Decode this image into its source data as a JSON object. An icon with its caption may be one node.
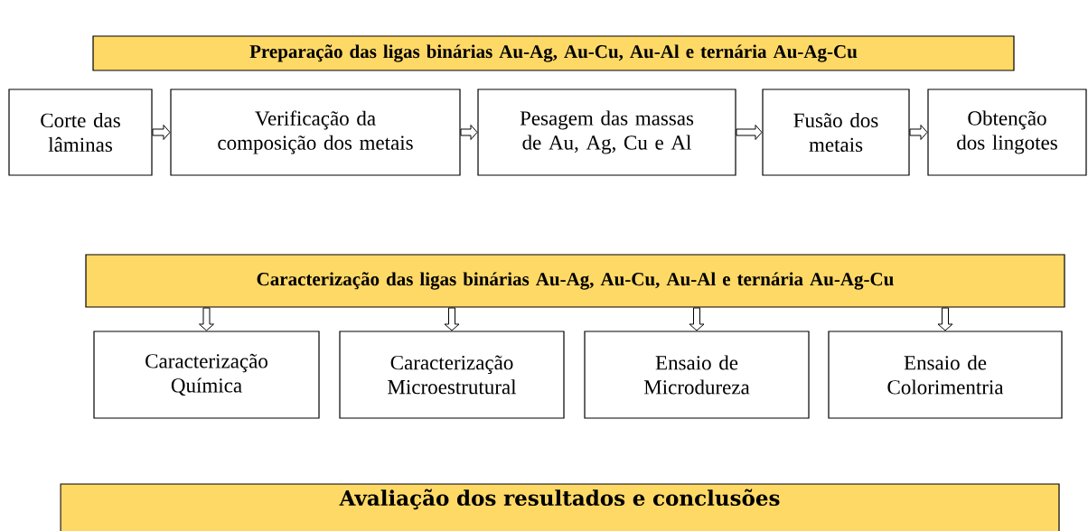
{
  "diagram": {
    "nodes": [
      {
        "text": [
          "Preparação das ligas binárias Au-Ag, Au-Cu, Au-Al e ternária Au-Ag-Cu"
        ]
      },
      {
        "text": [
          "Corte das lâminas"
        ]
      },
      {
        "text": [
          "Verificação da composição dos metais"
        ]
      },
      {
        "text": [
          "Pesagem das massas de Au, Ag, Cu e Al"
        ]
      },
      {
        "text": [
          "Fusão dos metais"
        ]
      },
      {
        "text": [
          "Obtenção dos lingotes"
        ]
      },
      {
        "text": [
          "Caracterização das ligas binárias Au-Ag, Au-Cu, Au-Al e ternária Au-Ag-Cu"
        ]
      },
      {
        "text": [
          "Caracterização Química"
        ]
      },
      {
        "text": [
          "Caracterização Microestrutural"
        ]
      },
      {
        "text": [
          "Ensaio de Microdureza"
        ]
      },
      {
        "text": [
          "Ensaio de Colorimentria"
        ]
      },
      {
        "text": [
          "Avaliação dos resultados  e conclusões"
        ]
      }
    ],
    "edges": [
      {
        "from": 1,
        "to": 2,
        "arrow": "to"
      },
      {
        "from": 2,
        "to": 3,
        "arrow": "to"
      },
      {
        "from": 3,
        "to": 4,
        "arrow": "to"
      },
      {
        "from": 4,
        "to": 5,
        "arrow": "to"
      },
      {
        "from": 6,
        "to": 7,
        "arrow": "to"
      },
      {
        "from": 6,
        "to": 8,
        "arrow": "to"
      },
      {
        "from": 6,
        "to": 9,
        "arrow": "to"
      },
      {
        "from": 6,
        "to": 10,
        "arrow": "to"
      }
    ]
  }
}
